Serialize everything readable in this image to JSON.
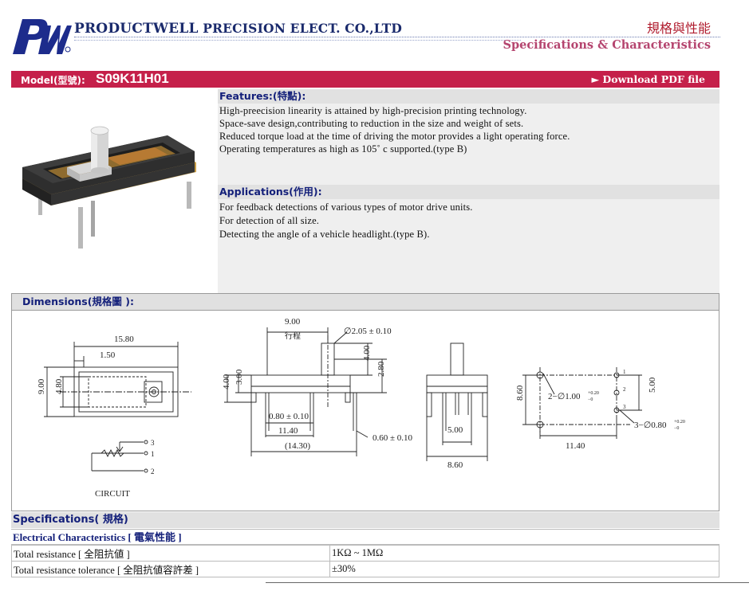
{
  "header": {
    "company_name": "PRODUCTWELL",
    "company_suffix": "PRECISION ELECT. CO.,LTD",
    "title_cn": "規格與性能",
    "title_en": "Specifications & Characteristics"
  },
  "model_bar": {
    "label": "Model(型號):",
    "value": "S09K11H01",
    "download_label": "► Download PDF file"
  },
  "features": {
    "title": "Features:(特點):",
    "lines": [
      "High-preecision linearity is attained by high-precision printing technology.",
      "Space-save design,contributing to reduction in the size and weight of sets.",
      "Reduced torque load at the time of driving the motor provides a light operating force.",
      "Operating temperatures as high as 105˚ c supported.(type B)"
    ]
  },
  "applications": {
    "title": "Applications(作用):",
    "lines": [
      "For feedback detections of various types of motor drive units.",
      "For detection of all size.",
      "Detecting the angle of a vehicle headlight.(type B)."
    ]
  },
  "dimensions": {
    "title": "Dimensions(規格圖 ):",
    "labels": {
      "top_len": "15.80",
      "slot_len": "1.50",
      "height_outer": "9.00",
      "height_inner": "4.80",
      "travel": "9.00",
      "travel_cn": "行程",
      "shaft_dia": "∅2.05 ± 0.10",
      "body_h": "4.00",
      "lead_h": "3.00",
      "shaft_h1": "4.00",
      "shaft_h2": "2.80",
      "pin_w": "0.80 ± 0.10",
      "pitch": "11.40",
      "overall": "(14.30)",
      "pin_t": "0.60 ± 0.10",
      "side_w1": "5.00",
      "side_w2": "8.60",
      "pcb_h": "8.60",
      "pcb_w": "11.40",
      "pcb_v": "5.00",
      "hole2": "2−∅1.00",
      "hole3": "3−∅0.80",
      "tol_plus": "+0.20",
      "tol_minus": "−0",
      "circuit": "CIRCUIT",
      "pin1": "1",
      "pin2": "2",
      "pin3": "3"
    }
  },
  "specifications": {
    "title": "Specifications( 規格)",
    "electrical_title": "Electrical Characteristics [ 電氣性能 ]",
    "rows": [
      {
        "name": "Total resistance [ 全阻抗値 ]",
        "value": "1KΩ ~ 1MΩ"
      },
      {
        "name": "Total resistance tolerance [ 全阻抗値容許差 ]",
        "value": "±30%"
      }
    ]
  },
  "bottom_strip": {
    "text": ""
  }
}
